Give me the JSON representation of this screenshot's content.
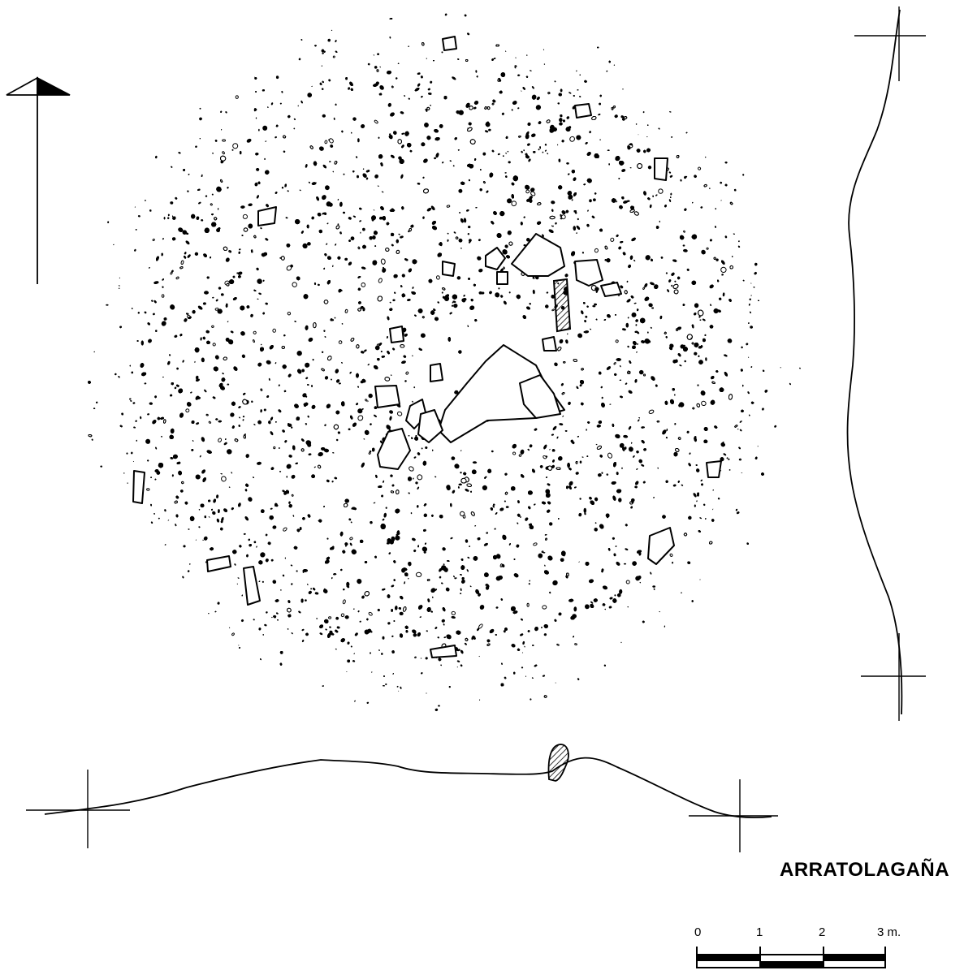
{
  "title": "ARRATOLAGAÑA",
  "scale_bar": {
    "labels": [
      "0",
      "1",
      "2",
      "3 m."
    ]
  },
  "colors": {
    "ink": "#000000",
    "paper": "#ffffff"
  },
  "icons": {
    "north_arrow": "north-arrow-icon"
  }
}
